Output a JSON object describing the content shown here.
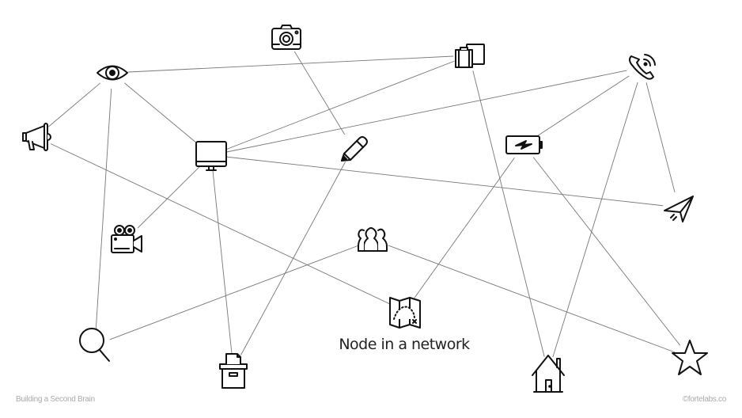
{
  "caption": "Node in a network",
  "footer": {
    "left": "Building a Second Brain",
    "right": "©fortelabs.co"
  },
  "colors": {
    "edge": "#777777",
    "icon": "#111111",
    "footer": "#aaaaaa"
  },
  "nodes": [
    {
      "id": "eye",
      "icon": "eye-icon"
    },
    {
      "id": "camera",
      "icon": "camera-icon"
    },
    {
      "id": "briefcase",
      "icon": "briefcase-icon"
    },
    {
      "id": "phone",
      "icon": "phone-icon"
    },
    {
      "id": "megaphone",
      "icon": "megaphone-icon"
    },
    {
      "id": "monitor",
      "icon": "monitor-icon"
    },
    {
      "id": "pencil",
      "icon": "pencil-icon"
    },
    {
      "id": "battery",
      "icon": "battery-icon"
    },
    {
      "id": "plane",
      "icon": "paper-plane-icon"
    },
    {
      "id": "videocam",
      "icon": "video-camera-icon"
    },
    {
      "id": "people",
      "icon": "people-icon"
    },
    {
      "id": "map",
      "icon": "map-icon"
    },
    {
      "id": "search",
      "icon": "search-icon"
    },
    {
      "id": "filebox",
      "icon": "file-box-icon"
    },
    {
      "id": "house",
      "icon": "house-icon"
    },
    {
      "id": "star",
      "icon": "star-icon"
    }
  ],
  "edges": [
    [
      "eye",
      "briefcase"
    ],
    [
      "eye",
      "megaphone"
    ],
    [
      "eye",
      "search"
    ],
    [
      "eye",
      "monitor"
    ],
    [
      "megaphone",
      "map"
    ],
    [
      "camera",
      "pencil"
    ],
    [
      "monitor",
      "briefcase"
    ],
    [
      "monitor",
      "phone"
    ],
    [
      "monitor",
      "plane"
    ],
    [
      "monitor",
      "videocam"
    ],
    [
      "monitor",
      "filebox"
    ],
    [
      "pencil",
      "filebox"
    ],
    [
      "briefcase",
      "house"
    ],
    [
      "phone",
      "battery"
    ],
    [
      "phone",
      "house"
    ],
    [
      "phone",
      "plane"
    ],
    [
      "battery",
      "map"
    ],
    [
      "battery",
      "star"
    ],
    [
      "people",
      "search"
    ],
    [
      "people",
      "star"
    ]
  ]
}
